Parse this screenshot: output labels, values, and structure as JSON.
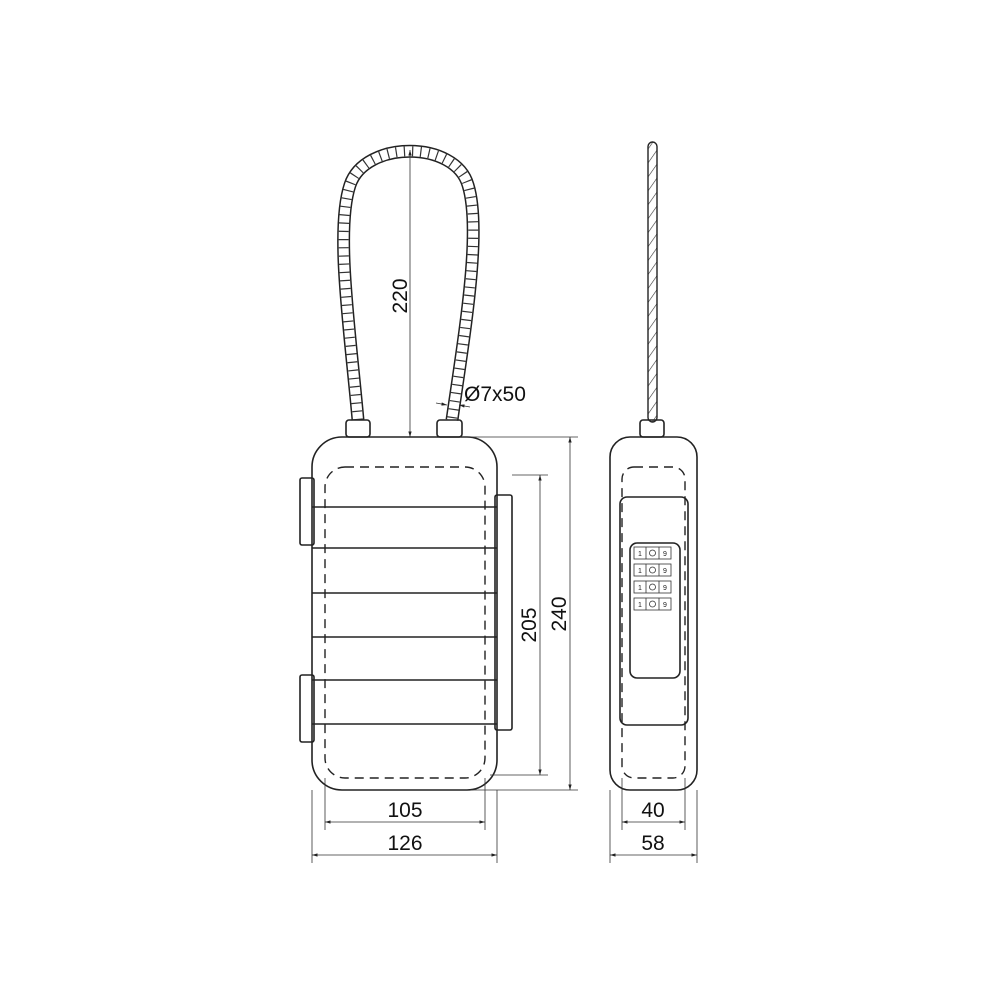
{
  "drawing": {
    "front_view": {
      "cable_height": "220",
      "cable_spec": "Ø7x50",
      "inner_height": "205",
      "outer_height": "240",
      "inner_width": "105",
      "outer_width": "126"
    },
    "side_view": {
      "inner_depth": "40",
      "outer_depth": "58",
      "dial_digits": [
        "1",
        "0",
        "9"
      ]
    }
  }
}
